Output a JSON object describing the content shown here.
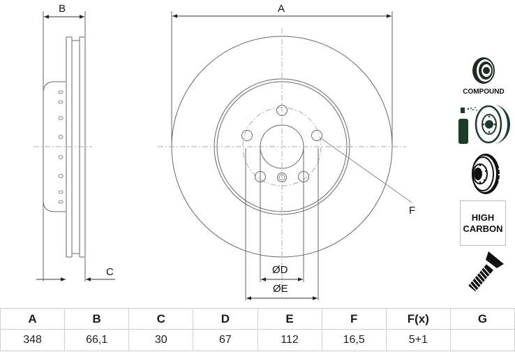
{
  "drawing": {
    "title": "Brake disc technical drawing",
    "dimension_labels": {
      "A": "A",
      "B": "B",
      "C": "C",
      "D": "ØD",
      "E": "ØE",
      "F": "F"
    }
  },
  "features": [
    {
      "id": "compound",
      "icon": "compound-coated-disc-icon",
      "caption": "COMPOUND"
    },
    {
      "id": "coating",
      "icon": "spray-coating-disc-icon",
      "caption": ""
    },
    {
      "id": "vented",
      "icon": "vented-disc-icon",
      "caption": ""
    },
    {
      "id": "high_carbon",
      "icon": "high-carbon-badge",
      "line1": "HIGH",
      "line2": "CARBON"
    },
    {
      "id": "screw",
      "icon": "countersunk-screw-icon",
      "caption": ""
    }
  ],
  "spec_table": {
    "headers": [
      "A",
      "B",
      "C",
      "D",
      "E",
      "F",
      "F(x)",
      "G"
    ],
    "values": [
      "348",
      "66,1",
      "30",
      "67",
      "112",
      "16,5",
      "5+1",
      ""
    ]
  },
  "colors": {
    "line": "#555555",
    "centerline": "#9a9a9a",
    "icon_fill": "#1e3a2a",
    "table_border": "#cfcfcf"
  }
}
